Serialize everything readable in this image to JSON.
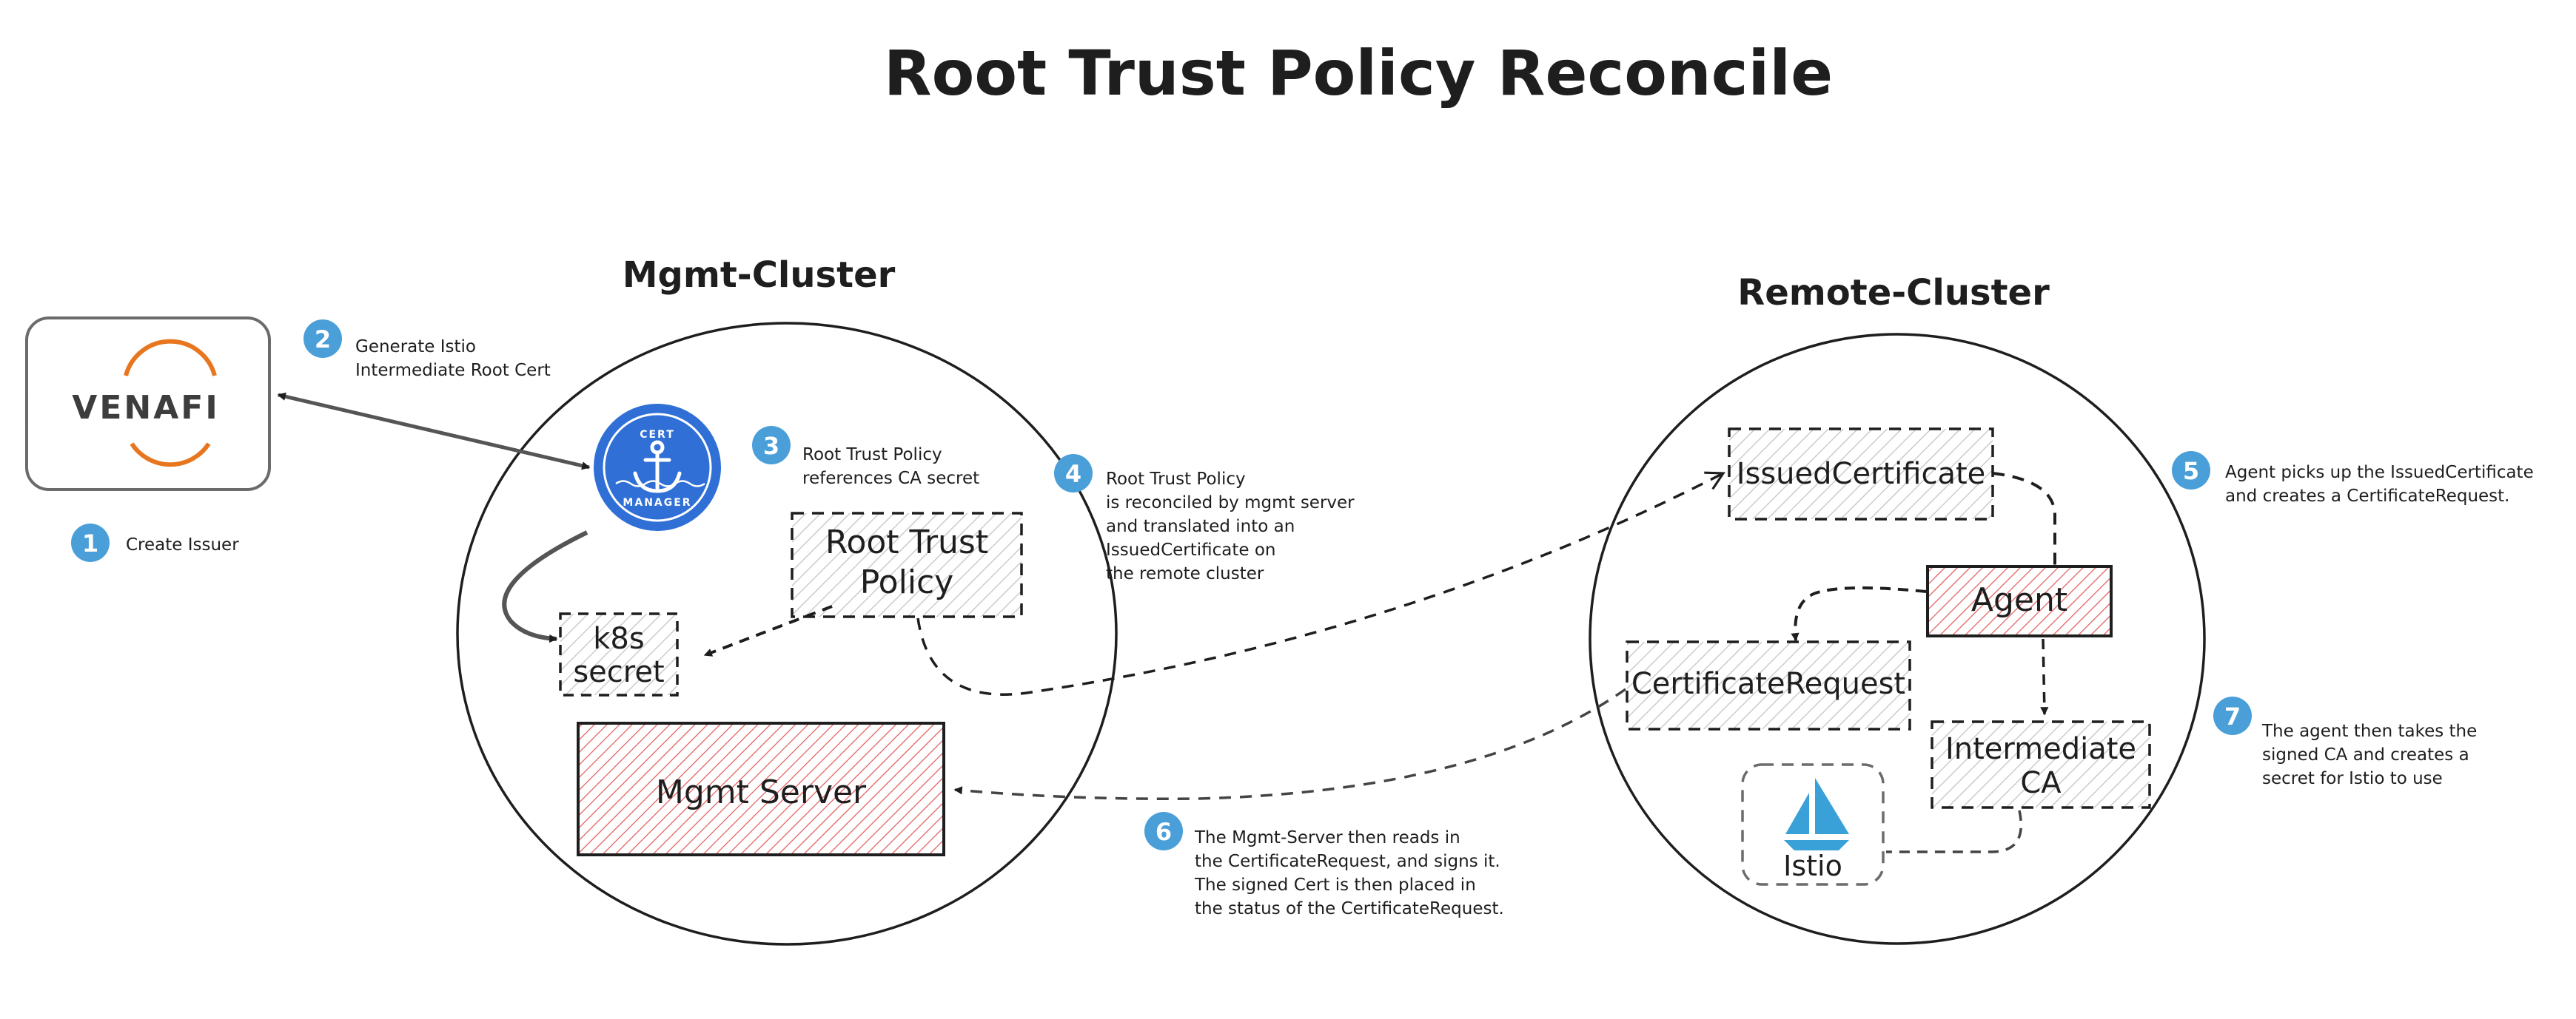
{
  "title": "Root Trust Policy Reconcile",
  "clusters": {
    "mgmt": "Mgmt-Cluster",
    "remote": "Remote-Cluster"
  },
  "logos": {
    "venafi": "VENAFI",
    "cert_manager_top": "CERT",
    "cert_manager_bottom": "MANAGER",
    "istio": "Istio"
  },
  "boxes": {
    "root_trust_policy": [
      "Root Trust",
      "Policy"
    ],
    "k8s_secret": [
      "k8s",
      "secret"
    ],
    "mgmt_server": "Mgmt Server",
    "issued_certificate": "IssuedCertificate",
    "agent": "Agent",
    "certificate_request": "CertificateRequest",
    "intermediate_ca": [
      "Intermediate",
      "CA"
    ]
  },
  "steps": [
    {
      "num": "1",
      "lines": [
        "Create Issuer"
      ]
    },
    {
      "num": "2",
      "lines": [
        "Generate Istio",
        "Intermediate Root Cert"
      ]
    },
    {
      "num": "3",
      "lines": [
        "Root Trust Policy",
        "references CA secret"
      ]
    },
    {
      "num": "4",
      "lines": [
        "Root Trust Policy",
        "is reconciled by mgmt server",
        "and translated into an",
        "IssuedCertificate on",
        "the remote cluster"
      ]
    },
    {
      "num": "5",
      "lines": [
        "Agent picks up the IssuedCertificate",
        "and creates a CertificateRequest."
      ]
    },
    {
      "num": "6",
      "lines": [
        "The Mgmt-Server then reads in",
        "the CertificateRequest, and signs it.",
        "The signed Cert is then placed in",
        "the status of the CertificateRequest."
      ]
    },
    {
      "num": "7",
      "lines": [
        "The agent then takes the",
        "signed CA and creates a",
        "secret for Istio to use"
      ]
    }
  ],
  "colors": {
    "badge": "#4a9fd8",
    "red_box": "#e03131",
    "venafi_orange": "#e8761e",
    "cert_manager_blue": "#2f6fd6",
    "istio_blue": "#3aa0d8",
    "stroke": "#1e1e1e"
  }
}
